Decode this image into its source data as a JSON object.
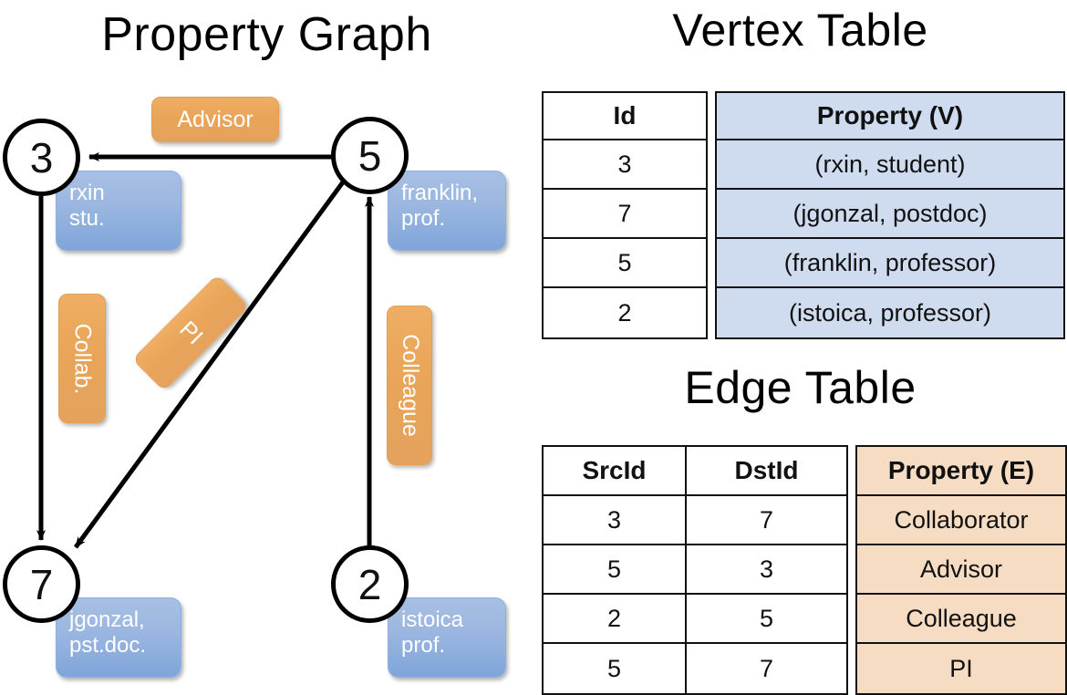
{
  "titles": {
    "graph": "Property Graph",
    "vertex_table": "Vertex Table",
    "edge_table": "Edge Table"
  },
  "graph": {
    "vertices": [
      {
        "id": "3",
        "property_lines": [
          "rxin",
          "stu."
        ]
      },
      {
        "id": "5",
        "property_lines": [
          "franklin,",
          "prof."
        ]
      },
      {
        "id": "7",
        "property_lines": [
          "jgonzal,",
          "pst.doc."
        ]
      },
      {
        "id": "2",
        "property_lines": [
          "istoica",
          "prof."
        ]
      }
    ],
    "edge_labels": [
      {
        "name": "advisor-label",
        "text": "Advisor"
      },
      {
        "name": "collab-label",
        "text": "Collab."
      },
      {
        "name": "pi-label",
        "text": "PI"
      },
      {
        "name": "colleague-label",
        "text": "Colleague"
      }
    ],
    "edges": [
      {
        "from": "5",
        "to": "3",
        "label": "Advisor"
      },
      {
        "from": "3",
        "to": "7",
        "label": "Collab."
      },
      {
        "from": "5",
        "to": "7",
        "label": "PI"
      },
      {
        "from": "2",
        "to": "5",
        "label": "Colleague"
      }
    ]
  },
  "vertex_table": {
    "headers": [
      "Id",
      "Property (V)"
    ],
    "rows": [
      {
        "id": "3",
        "property": "(rxin, student)"
      },
      {
        "id": "7",
        "property": "(jgonzal, postdoc)"
      },
      {
        "id": "5",
        "property": "(franklin, professor)"
      },
      {
        "id": "2",
        "property": "(istoica, professor)"
      }
    ]
  },
  "edge_table": {
    "headers": [
      "SrcId",
      "DstId",
      "Property (E)"
    ],
    "rows": [
      {
        "src": "3",
        "dst": "7",
        "property": "Collaborator"
      },
      {
        "src": "5",
        "dst": "3",
        "property": "Advisor"
      },
      {
        "src": "2",
        "dst": "5",
        "property": "Colleague"
      },
      {
        "src": "5",
        "dst": "7",
        "property": "PI"
      }
    ]
  },
  "colors": {
    "vertex_property_fill": "#cfdcef",
    "edge_property_fill": "#f6dcc3",
    "node_box_blue": "#93b0dd",
    "edge_label_orange": "#e9a457",
    "stroke": "#000000"
  }
}
